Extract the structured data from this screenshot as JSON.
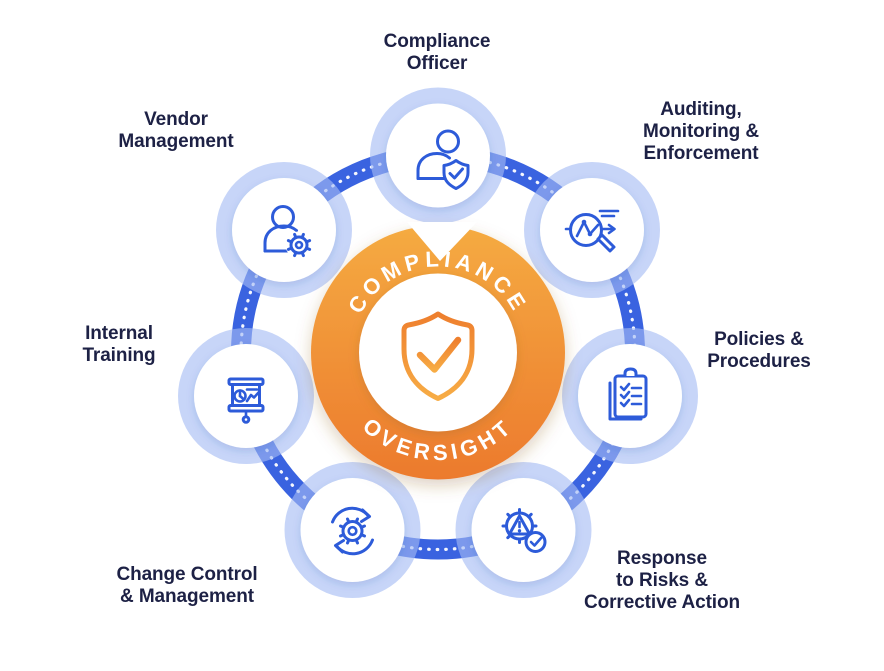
{
  "diagram": {
    "kind": "circular-hub-diagram",
    "center": {
      "top_arc_text": "COMPLIANCE",
      "bottom_arc_text": "OVERSIGHT",
      "icon": "shield-check-icon"
    },
    "nodes": [
      {
        "id": "compliance-officer",
        "label": "Compliance Officer",
        "label_lines": [
          "Compliance",
          "Officer"
        ],
        "icon": "person-shield-check-icon"
      },
      {
        "id": "auditing-monitoring-enforcement",
        "label": "Auditing, Monitoring & Enforcement",
        "label_lines": [
          "Auditing,",
          "Monitoring &",
          "Enforcement"
        ],
        "icon": "magnifier-chart-icon"
      },
      {
        "id": "policies-procedures",
        "label": "Policies & Procedures",
        "label_lines": [
          "Policies &",
          "Procedures"
        ],
        "icon": "clipboard-checklist-icon"
      },
      {
        "id": "response-risks-corrective-action",
        "label": "Response to Risks & Corrective Action",
        "label_lines": [
          "Response",
          "to Risks &",
          "Corrective Action"
        ],
        "icon": "gear-alert-check-icon"
      },
      {
        "id": "change-control-management",
        "label": "Change Control & Management",
        "label_lines": [
          "Change Control",
          "& Management"
        ],
        "icon": "gear-cycle-icon"
      },
      {
        "id": "internal-training",
        "label": "Internal Training",
        "label_lines": [
          "Internal",
          "Training"
        ],
        "icon": "presentation-board-icon"
      },
      {
        "id": "vendor-management",
        "label": "Vendor Management",
        "label_lines": [
          "Vendor",
          "Management"
        ],
        "icon": "person-gear-icon"
      }
    ],
    "colors": {
      "ring_band_blue": "#3A63E0",
      "ring_dots": "#FFFFFF",
      "node_halo_lavender": "#C9D6F6",
      "node_inner": "#FFFFFF",
      "icon_stroke_blue": "#2D5BD9",
      "label_text_navy": "#1D2145",
      "center_gradient_top": "#F5AB42",
      "center_gradient_bottom": "#EC7A2D",
      "shield_gradient_top": "#EE7F2E",
      "shield_gradient_bottom": "#F7AC45",
      "background": "#FFFFFF"
    }
  }
}
